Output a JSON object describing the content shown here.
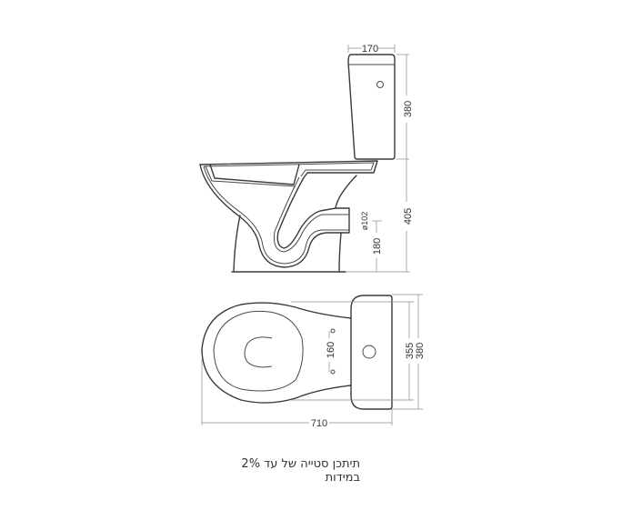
{
  "side_view": {
    "tank_width": "170",
    "tank_height": "380",
    "bowl_height": "405",
    "outlet_diameter": "ø102",
    "outlet_height": "180"
  },
  "top_view": {
    "total_length": "710",
    "seat_hole_spacing": "160",
    "tank_inner_width": "355",
    "tank_outer_width": "380"
  },
  "caption": "תיתכן סטייה של עד 2% במידות",
  "colors": {
    "line": "#3a3a3a",
    "dimension_line": "#8a8a8a",
    "text": "#333333",
    "background": "#ffffff"
  }
}
